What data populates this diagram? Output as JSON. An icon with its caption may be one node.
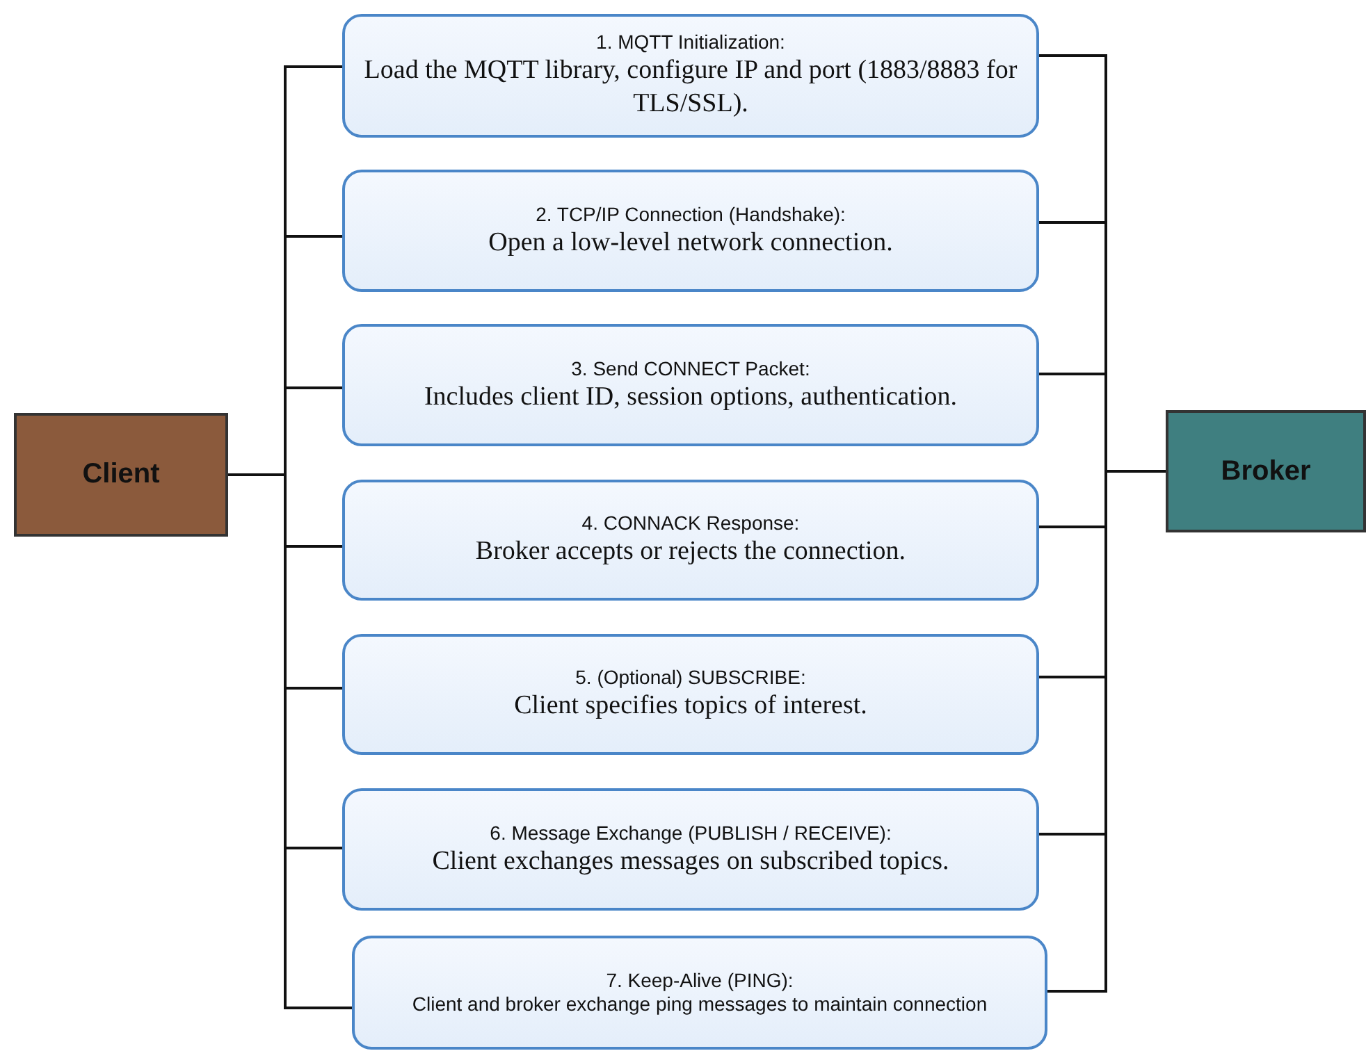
{
  "diagram": {
    "nodes": [
      {
        "text": [
          "Client"
        ]
      },
      {
        "text": [
          "1. MQTT Initialization:",
          "Load the MQTT library, configure IP and port (1883/8883 for TLS/SSL)."
        ]
      },
      {
        "text": [
          "2. TCP/IP Connection (Handshake):",
          "Open a low-level network connection."
        ]
      },
      {
        "text": [
          "3. Send CONNECT Packet:",
          "Includes client ID, session options, authentication."
        ]
      },
      {
        "text": [
          "4. CONNACK Response:",
          "Broker accepts or rejects the connection."
        ]
      },
      {
        "text": [
          "5. (Optional) SUBSCRIBE:",
          "Client specifies topics of interest."
        ]
      },
      {
        "text": [
          "6. Message Exchange (PUBLISH / RECEIVE):",
          "Client exchanges messages on subscribed topics."
        ]
      },
      {
        "text": [
          "7. Keep-Alive (PING):",
          "Client and broker exchange ping messages to maintain connection"
        ]
      },
      {
        "text": [
          "Broker"
        ]
      }
    ],
    "edges": [
      {
        "from": 0,
        "to": 1,
        "arrow": "none"
      },
      {
        "from": 0,
        "to": 2,
        "arrow": "none"
      },
      {
        "from": 0,
        "to": 3,
        "arrow": "none"
      },
      {
        "from": 0,
        "to": 4,
        "arrow": "none"
      },
      {
        "from": 0,
        "to": 5,
        "arrow": "none"
      },
      {
        "from": 0,
        "to": 6,
        "arrow": "none"
      },
      {
        "from": 0,
        "to": 7,
        "arrow": "none"
      },
      {
        "from": 1,
        "to": 8,
        "arrow": "none"
      },
      {
        "from": 2,
        "to": 8,
        "arrow": "none"
      },
      {
        "from": 3,
        "to": 8,
        "arrow": "none"
      },
      {
        "from": 4,
        "to": 8,
        "arrow": "none"
      },
      {
        "from": 5,
        "to": 8,
        "arrow": "none"
      },
      {
        "from": 6,
        "to": 8,
        "arrow": "none"
      },
      {
        "from": 7,
        "to": 8,
        "arrow": "none"
      }
    ]
  }
}
